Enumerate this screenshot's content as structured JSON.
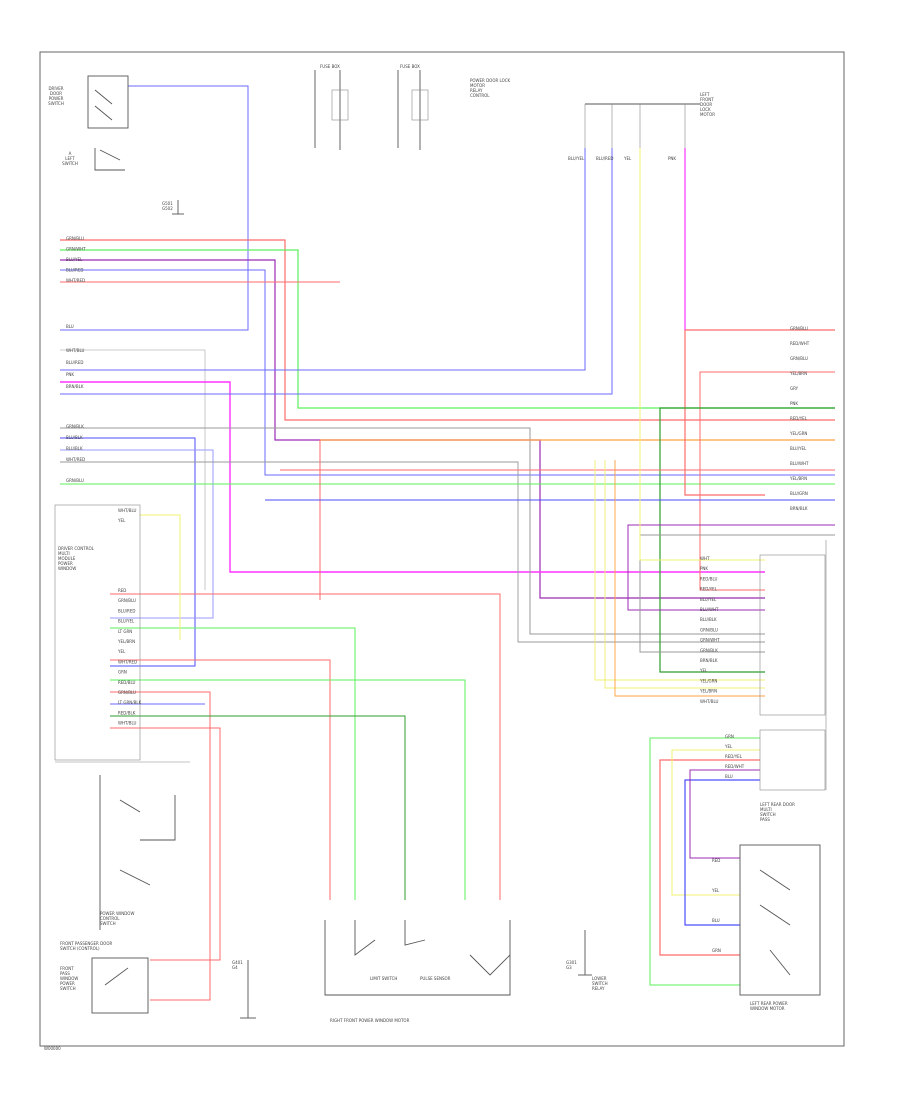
{
  "page": {
    "footer_code": "W00000"
  },
  "components": {
    "top_left_switch": [
      "DRIVER",
      "DOOR",
      "POWER",
      "SWITCH"
    ],
    "switch_group": [
      "A",
      "LEFT",
      "SWITCH"
    ],
    "ground_top_left": [
      "G501",
      "G502"
    ],
    "top_center_left_label": "FUSE BOX",
    "top_center_right_label": "FUSE BOX",
    "top_center_legend": [
      "POWER DOOR LOCK",
      "MOTOR",
      "RELAY",
      "CONTROL"
    ],
    "top_right_label": [
      "LEFT",
      "FRONT",
      "DOOR",
      "LOCK",
      "MOTOR"
    ],
    "left_module": [
      "DRIVER CONTROL",
      "MULTI",
      "MODULE",
      "POWER",
      "WINDOW"
    ],
    "bottom_left_switch": [
      "POWER WINDOW",
      "CONTROL",
      "SWITCH"
    ],
    "bottom_left_box": [
      "FRONT PASSENGER DOOR",
      "SWITCH (CONTROL)"
    ],
    "bottom_left_box_inner": [
      "FRONT",
      "PASS",
      "WINDOW",
      "POWER",
      "SWITCH"
    ],
    "bottom_center": "RIGHT FRONT POWER WINDOW MOTOR",
    "bottom_center_inner_a": "LIMIT SWITCH",
    "bottom_center_inner_b": "PULSE SENSOR",
    "ground_bottom_left": [
      "G401",
      "G4"
    ],
    "ground_bottom_right": [
      "G301",
      "G3"
    ],
    "bottom_right_ground_label": [
      "LOWER",
      "SWITCH",
      "RELAY"
    ],
    "right_module": [
      "LEFT REAR DOOR",
      "MULTI",
      "SWITCH",
      "PASS"
    ],
    "bottom_right_motor": [
      "LEFT REAR POWER",
      "WINDOW MOTOR"
    ]
  },
  "wire_labels": {
    "left_stack_a": [
      "GRN/BLU",
      "GRN/WHT",
      "BLU/YEL",
      "BLU/RED",
      "WHT/RED"
    ],
    "left_blu": "BLU",
    "left_stack_b": [
      "WHT/BLU",
      "BLU/RED",
      "PNK",
      "BRN/BLK"
    ],
    "left_stack_c": [
      "GRN/BLK",
      "BLU/BLK",
      "BLU/BLK",
      "WHT/RED"
    ],
    "left_single": "GRN/BLU",
    "module_top": [
      "WHT/BLU",
      "YEL"
    ],
    "module_pins": [
      "RED",
      "GRN/BLU",
      "BLU/RED",
      "BLU/YEL",
      "LT GRN",
      "YEL/BRN",
      "YEL",
      "WHT/RED",
      "GRN",
      "RED/BLU",
      "GRN/BLU",
      "LT GRN/BLK",
      "RED/BLK",
      "WHT/BLU"
    ],
    "right_stack": [
      "GRN/BLU",
      "RED/WHT",
      "GRN/BLU",
      "YEL/BRN",
      "GRY",
      "PNK",
      "RED/YEL",
      "YEL/GRN",
      "BLU/YEL",
      "BLU/WHT",
      "YEL/BRN",
      "BLU/GRN",
      "BRN/BLK"
    ],
    "right_conn": [
      "WHT",
      "PNK",
      "RED/BLU",
      "RED/YEL",
      "BLU/YEL",
      "BLU/WHT",
      "BLU/BLK",
      "GRN/BLU",
      "GRN/WHT",
      "GRN/BLK",
      "BRN/BLK",
      "YEL",
      "YEL/GRN",
      "YEL/BRN",
      "WHT/BLU"
    ],
    "right_conn2": [
      "GRN",
      "YEL",
      "RED/YEL",
      "RED/WHT",
      "BLU"
    ],
    "top_right_vertical": [
      "BLU/YEL",
      "BLU/RED",
      "YEL",
      "PNK"
    ],
    "bottom_right_motor_pins": [
      "RED",
      "YEL",
      "BLU",
      "GRN"
    ]
  },
  "colors": {
    "red": "#ff6b6b",
    "pink": "#ff33ff",
    "blue": "#4d4dff",
    "light_blue": "#9a9aff",
    "green": "#2e9e2e",
    "light_green": "#5cf05c",
    "yellow": "#f0f070",
    "orange": "#ffa040",
    "purple": "#9b2bb5",
    "gray": "#999999",
    "dark": "#555555"
  }
}
